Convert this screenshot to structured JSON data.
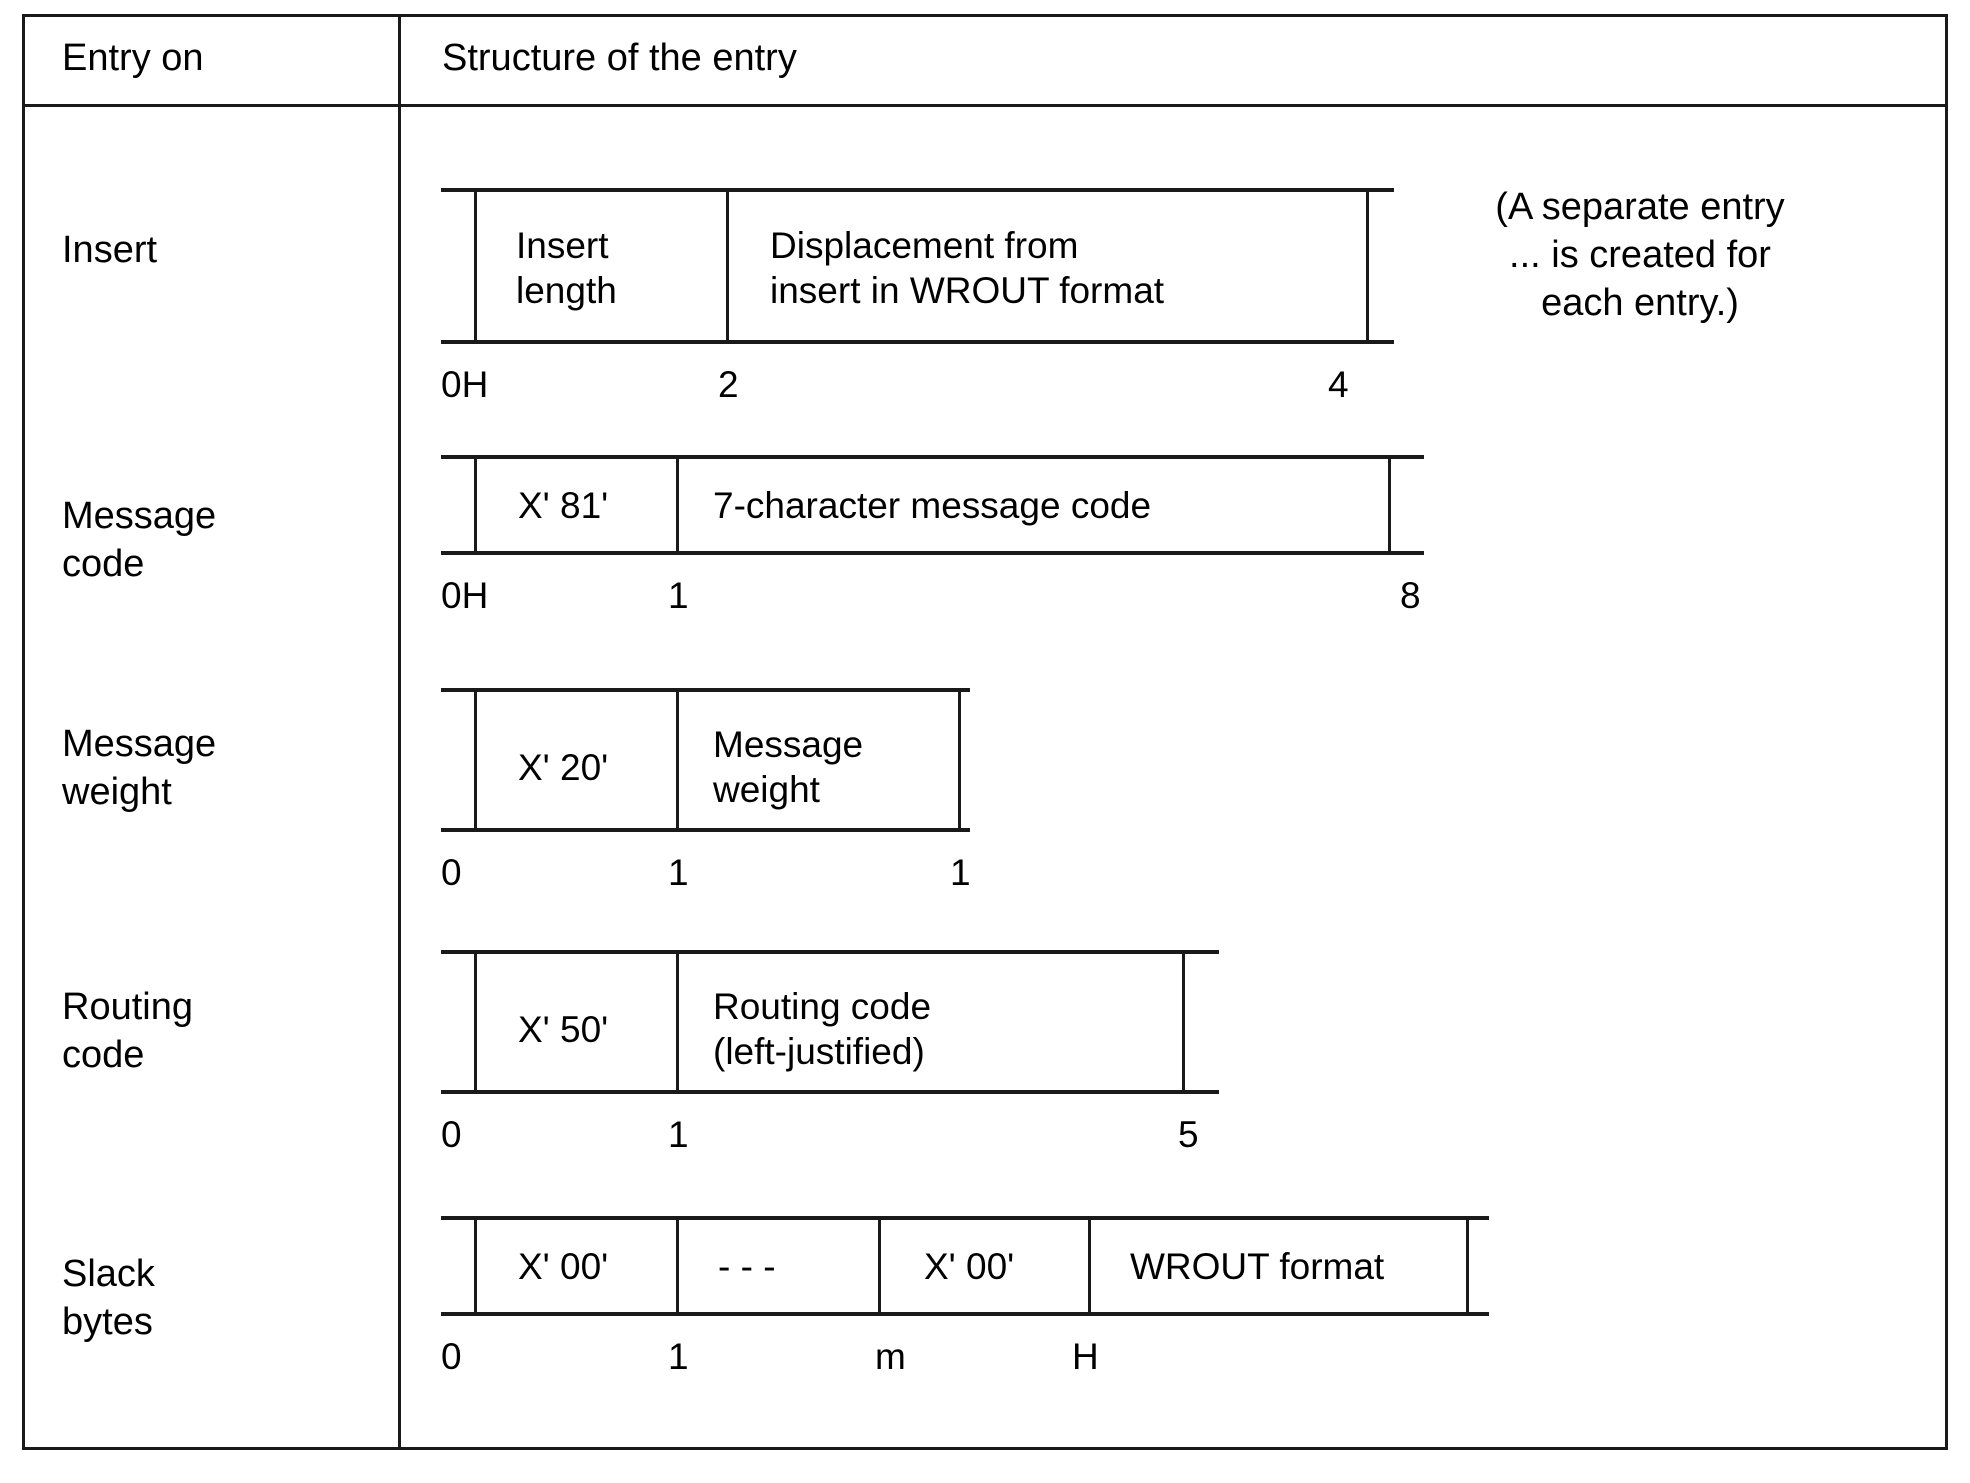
{
  "table": {
    "headers": {
      "col_entry_on": "Entry on",
      "col_structure": "Structure of the entry"
    },
    "side_note": "(A separate entry\n... is created for\neach entry.)",
    "rows": [
      {
        "label": "Insert",
        "fields": [
          "Insert\nlength",
          "Displacement from\ninsert in WROUT format"
        ],
        "offsets": [
          "0H",
          "2",
          "4"
        ]
      },
      {
        "label": "Message\ncode",
        "fields": [
          "X' 81'",
          "7-character message code"
        ],
        "offsets": [
          "0H",
          "1",
          "8"
        ]
      },
      {
        "label": "Message\nweight",
        "fields": [
          "X' 20'",
          "Message\nweight"
        ],
        "offsets": [
          "0",
          "1",
          "1"
        ]
      },
      {
        "label": "Routing\ncode",
        "fields": [
          "X' 50'",
          "Routing code\n(left-justified)"
        ],
        "offsets": [
          "0",
          "1",
          "5"
        ]
      },
      {
        "label": "Slack\nbytes",
        "fields": [
          "X' 00'",
          "- - -",
          "X' 00'",
          "WROUT format"
        ],
        "offsets": [
          "0",
          "1",
          "m",
          "H"
        ]
      }
    ]
  },
  "colors": {
    "ink": "#1a1a1a",
    "background": "#ffffff"
  }
}
